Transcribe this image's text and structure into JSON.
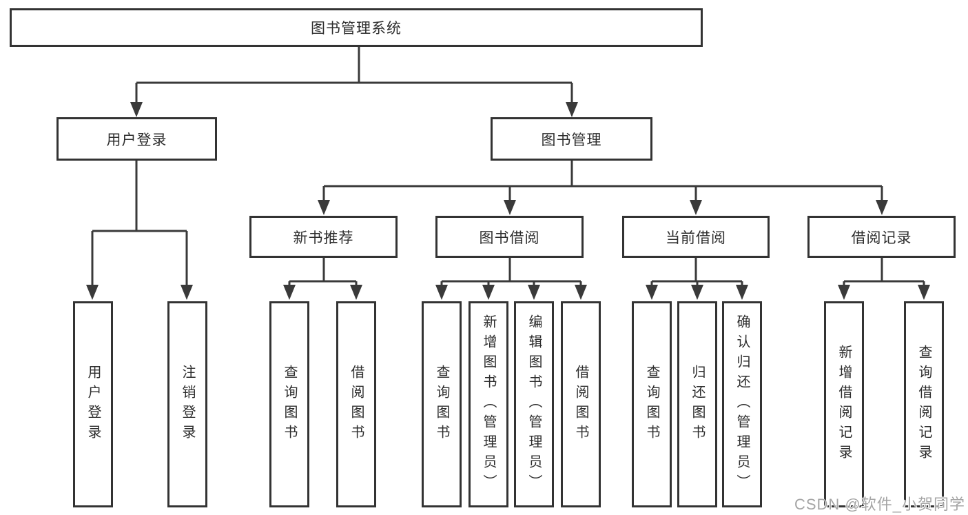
{
  "diagram": {
    "root": "图书管理系统",
    "login": {
      "label": "用户登录",
      "leaves": [
        "用户登录",
        "注销登录"
      ]
    },
    "management": {
      "label": "图书管理",
      "groups": [
        {
          "label": "新书推荐",
          "leaves": [
            "查询图书",
            "借阅图书"
          ]
        },
        {
          "label": "图书借阅",
          "leaves": [
            "查询图书",
            "新增图书（管理员）",
            "编辑图书（管理员）",
            "借阅图书"
          ]
        },
        {
          "label": "当前借阅",
          "leaves": [
            "查询图书",
            "归还图书",
            "确认归还（管理员）"
          ]
        },
        {
          "label": "借阅记录",
          "leaves": [
            "新增借阅记录",
            "查询借阅记录"
          ]
        }
      ]
    }
  },
  "watermark": "CSDN @软件_小贺同学",
  "colors": {
    "line": "#3a3a3a",
    "box_border": "#333333",
    "text": "#2d2d2d",
    "watermark": "#a5a5a5"
  }
}
